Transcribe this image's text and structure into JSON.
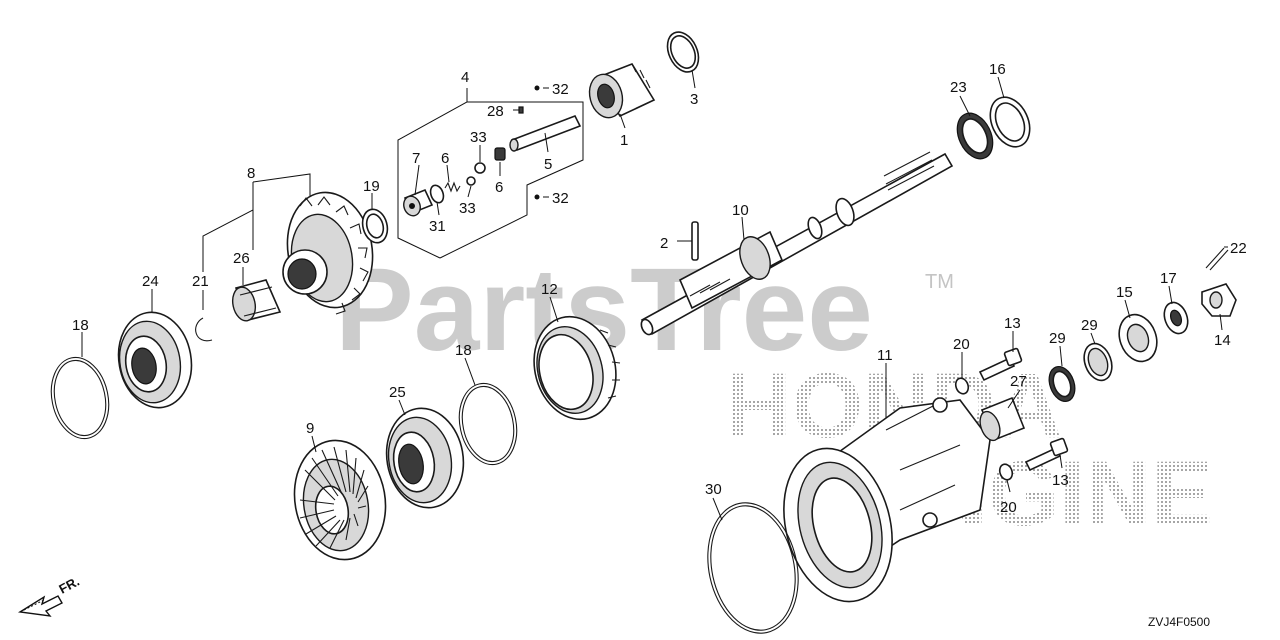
{
  "watermark": {
    "text": "PartsTree",
    "tm": "TM"
  },
  "brand_watermark": {
    "line1": "HONDA",
    "line2": "ENGINE"
  },
  "diagram_code": "ZVJ4F0500",
  "direction_label": "FR.",
  "callouts": {
    "c1": "1",
    "c2": "2",
    "c3": "3",
    "c4": "4",
    "c5": "5",
    "c6a": "6",
    "c6b": "6",
    "c7": "7",
    "c8": "8",
    "c9": "9",
    "c10": "10",
    "c11": "11",
    "c12": "12",
    "c13a": "13",
    "c13b": "13",
    "c14": "14",
    "c15": "15",
    "c16": "16",
    "c17": "17",
    "c18a": "18",
    "c18b": "18",
    "c19": "19",
    "c20a": "20",
    "c20b": "20",
    "c21": "21",
    "c22": "22",
    "c23": "23",
    "c24": "24",
    "c25": "25",
    "c26": "26",
    "c27": "27",
    "c28": "28",
    "c29a": "29",
    "c29b": "29",
    "c30": "30",
    "c31": "31",
    "c32a": "32",
    "c32b": "32",
    "c33a": "33",
    "c33b": "33"
  }
}
